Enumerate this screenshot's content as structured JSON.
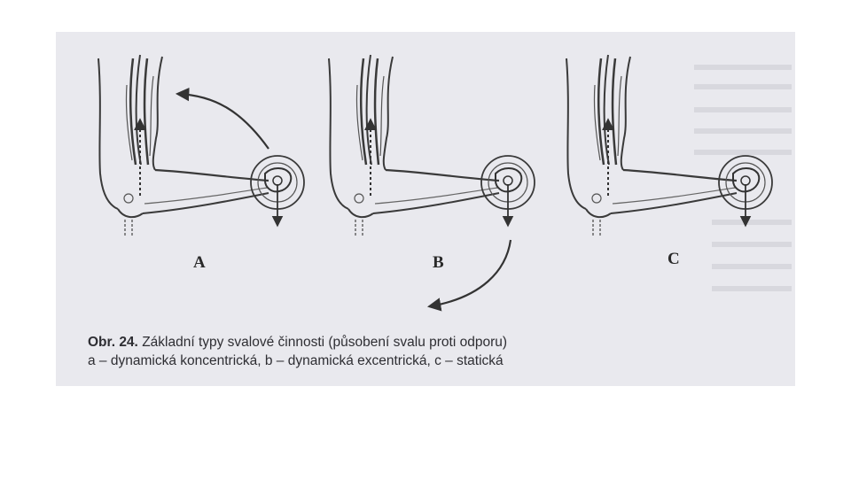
{
  "figure": {
    "panels": [
      {
        "label": "A"
      },
      {
        "label": "B"
      },
      {
        "label": "C"
      }
    ],
    "caption": {
      "number": "Obr. 24.",
      "title": "Základní typy svalové činnosti (působení svalu proti odporu)",
      "legend": "a – dynamická koncentrická, b – dynamická excentrická, c – statická"
    }
  }
}
